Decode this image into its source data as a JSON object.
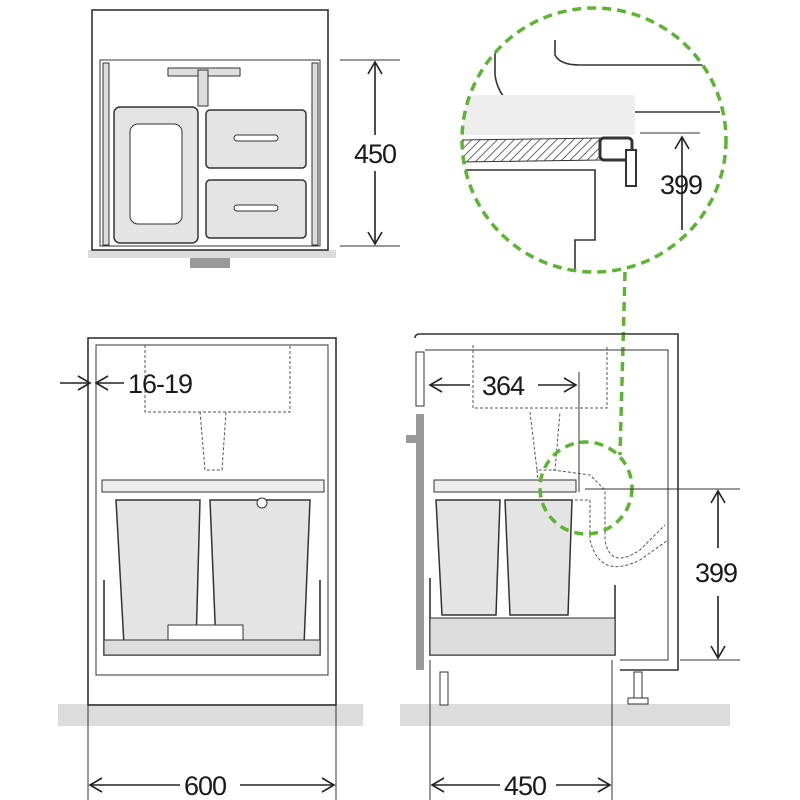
{
  "title": "Pull-out waste bin installation dimensions",
  "dimensions": {
    "top_view_depth": "450",
    "detail_height": "399",
    "side_gap": "16-19",
    "bin_depth": "364",
    "side_height": "399",
    "cabinet_width": "600",
    "cabinet_depth": "450"
  },
  "colors": {
    "detail_highlight": "#5cb531",
    "floor": "#dcdcdc",
    "bins": "#e4e4e4"
  }
}
